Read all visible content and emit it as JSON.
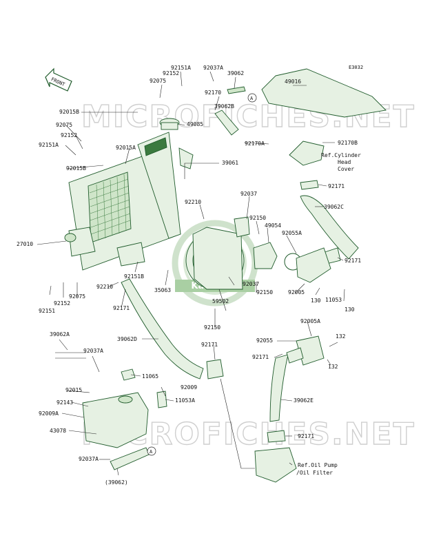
{
  "diagram_code": "E3032",
  "front_marker": "FRONT",
  "watermark": {
    "text": "MICROFICHES.NET",
    "logo_text": "Kawasaki"
  },
  "callout_letter": "A",
  "refs": {
    "cylinder_head_cover": [
      "Ref.Cylinder",
      "Head",
      "Cover"
    ],
    "oil_pump": [
      "Ref.Oil Pump",
      "/Oil Filter"
    ]
  },
  "labels": {
    "p92151A_top": "92151A",
    "p92037A_top": "92037A",
    "p92152_top": "92152",
    "p39062_top": "39062",
    "p49016": "49016",
    "p92075_top": "92075",
    "p92170": "92170",
    "p39062B": "39062B",
    "p92170B": "92170B",
    "p92015B_top": "92015B",
    "p49085": "49085",
    "p92075_l": "92075",
    "p92152_l": "92152",
    "p92170A": "92170A",
    "p92151A_l": "92151A",
    "p92015A": "92015A",
    "p92015B_l": "92015B",
    "p39061": "39061",
    "p92171_a": "92171",
    "p92037": "92037",
    "p92210_top": "92210",
    "p39062C": "39062C",
    "p92150_a": "92150",
    "p49054": "49054",
    "p27010": "27010",
    "p92055A": "92055A",
    "p92171_b": "92171",
    "p92151B": "92151B",
    "p35063": "35063",
    "p92037_m": "92037",
    "p92150_b": "92150",
    "p92005": "92005",
    "p130_a": "130",
    "p11053": "11053",
    "p130_b": "130",
    "p92151": "92151",
    "p92152_b": "92152",
    "p92075_b": "92075",
    "p92210_b": "92210",
    "p59502": "59502",
    "p92171_c": "92171",
    "p92150_c": "92150",
    "p92005A": "92005A",
    "p39062A": "39062A",
    "p39062D": "39062D",
    "p92171_d": "92171",
    "p92055": "92055",
    "p132_a": "132",
    "p92037A_m": "92037A",
    "p92171_e": "92171",
    "p132_b": "132",
    "p11065": "11065",
    "p92015": "92015",
    "p92009": "92009",
    "p92143": "92143",
    "p11053A": "11053A",
    "p39062E": "39062E",
    "p92009A": "92009A",
    "p43078": "43078",
    "p92171_f": "92171",
    "p92037A_b": "92037A",
    "p39062_b": "(39062)"
  }
}
